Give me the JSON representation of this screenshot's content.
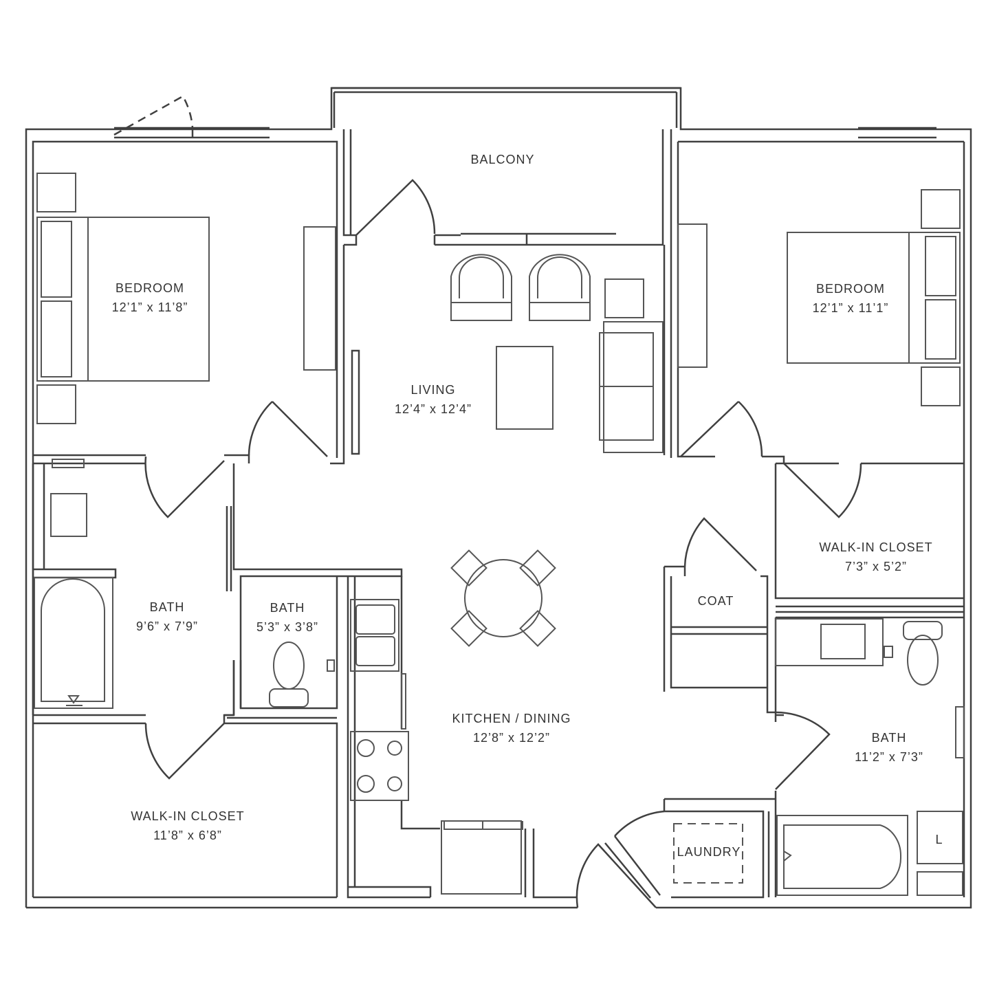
{
  "colors": {
    "background": "#ffffff",
    "wall": "#404040",
    "fixture": "#555555",
    "text": "#333333"
  },
  "rooms": {
    "balcony": {
      "name": "BALCONY",
      "dims": ""
    },
    "living": {
      "name": "LIVING",
      "dims": "12’4” x 12’4”"
    },
    "bedroom_left": {
      "name": "BEDROOM",
      "dims": "12’1” x 11’8”"
    },
    "bedroom_right": {
      "name": "BEDROOM",
      "dims": "12’1” x 11’1”"
    },
    "bath_left": {
      "name": "BATH",
      "dims": "9’6” x 7’9”"
    },
    "bath_small": {
      "name": "BATH",
      "dims": "5’3” x 3’8”"
    },
    "closet_right": {
      "name": "WALK-IN CLOSET",
      "dims": "7’3” x 5’2”"
    },
    "coat": {
      "name": "COAT",
      "dims": ""
    },
    "kitchen_dining": {
      "name": "KITCHEN / DINING",
      "dims": "12’8” x 12’2”"
    },
    "bath_right": {
      "name": "BATH",
      "dims": "11’2” x 7’3”"
    },
    "closet_left": {
      "name": "WALK-IN CLOSET",
      "dims": "11’8” x 6’8”"
    },
    "laundry": {
      "name": "LAUNDRY",
      "dims": ""
    }
  },
  "fixtures": {
    "linen_label": "L"
  }
}
